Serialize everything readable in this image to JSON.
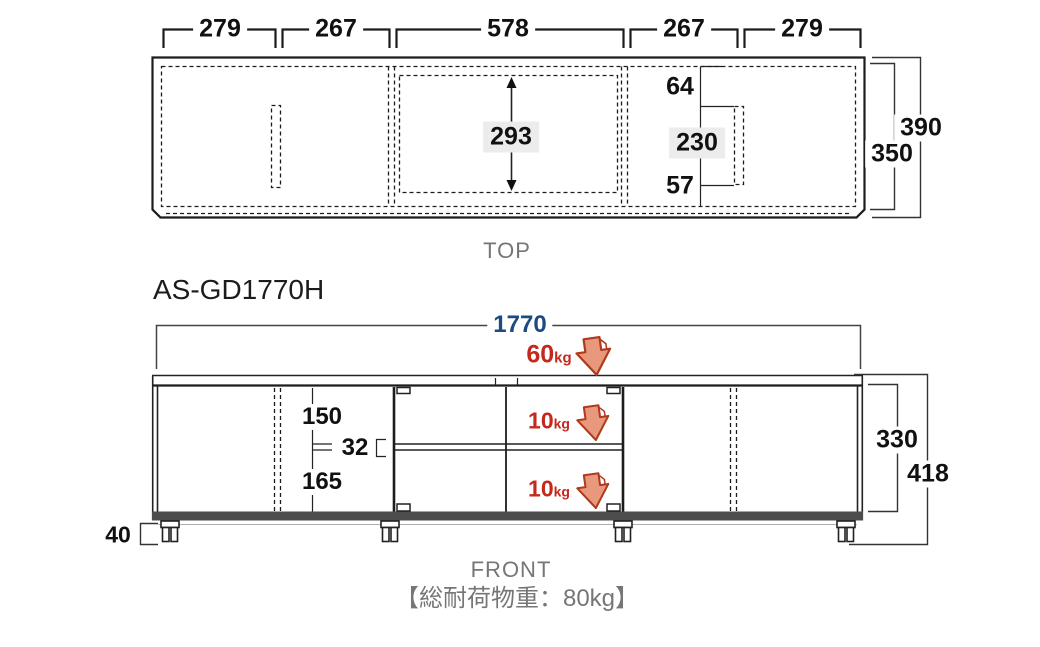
{
  "colors": {
    "dim_blue": "#1b4b80",
    "load_red": "#c5281c",
    "arrow_fill": "#e8997d",
    "arrow_stroke": "#b03a1e",
    "label_gray": "#767676"
  },
  "model_label": "AS-GD1770H",
  "top_view": {
    "view_label": "TOP",
    "width_dims": [
      "279",
      "267",
      "578",
      "267",
      "279"
    ],
    "depth_total": "390",
    "depth_inner": "350",
    "center_opening_depth": "293",
    "right_section": {
      "back_offset": "64",
      "slot_length": "230",
      "front_offset": "57"
    }
  },
  "front_view": {
    "view_label": "FRONT",
    "total_width": "1770",
    "top_load": {
      "value": "60",
      "unit": "kg"
    },
    "upper_shelf_load": {
      "value": "10",
      "unit": "kg"
    },
    "lower_shelf_load": {
      "value": "10",
      "unit": "kg"
    },
    "upper_opening_height": "150",
    "shelf_thickness": "32",
    "lower_opening_height": "165",
    "body_height": "330",
    "total_height": "418",
    "caster_height": "40"
  },
  "footer_note": "【総耐荷物重：80kg】"
}
